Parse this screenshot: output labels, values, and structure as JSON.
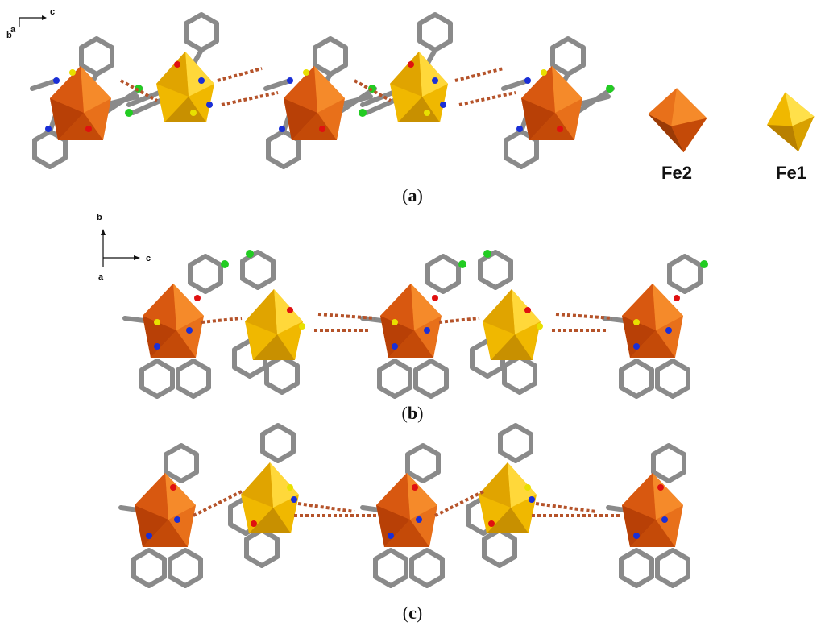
{
  "panels": [
    {
      "label_open": "(",
      "label": "a",
      "label_close": ")"
    },
    {
      "label_open": "(",
      "label": "b",
      "label_close": ")"
    },
    {
      "label_open": "(",
      "label": "c",
      "label_close": ")"
    }
  ],
  "legend": [
    {
      "label": "Fe2",
      "color": "#e85a10"
    },
    {
      "label": "Fe1",
      "color": "#f2c200"
    }
  ],
  "axes_a": {
    "b": "b",
    "a": "a",
    "c": "c"
  },
  "axes_b": {
    "b": "b",
    "a": "a",
    "c": "c"
  },
  "atom_colors": {
    "N": "#1a2fd6",
    "O": "#e01010",
    "S": "#e8e000",
    "Cl": "#22cc22",
    "C": "#8a8a8a",
    "H": "#e6e6e6"
  }
}
